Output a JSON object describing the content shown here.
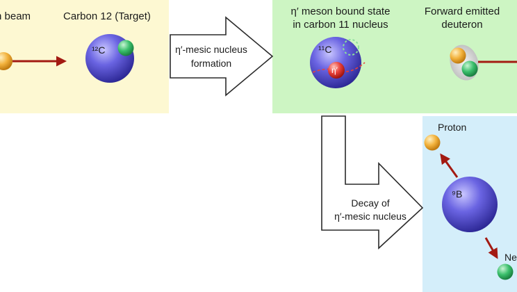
{
  "panels": {
    "beam": {
      "beam_label": "n beam",
      "target_label": "Carbon 12 (Target)",
      "target_nucleus": "¹²C"
    },
    "bound": {
      "bound_state_label_line1": "η′ meson bound state",
      "bound_state_label_line2": "in carbon 11 nucleus",
      "nucleus_label": "¹¹C",
      "meson_label": "η′",
      "deuteron_label_line1": "Forward emitted",
      "deuteron_label_line2": "deuteron"
    },
    "decay": {
      "proton_label": "Proton",
      "nucleus_label": "⁹B",
      "neutron_label_partial": "Ne"
    }
  },
  "arrows": {
    "formation": {
      "line1": "η′-mesic nucleus",
      "line2": "formation"
    },
    "decay": {
      "line1": "Decay of",
      "line2": "η′-mesic nucleus"
    }
  },
  "colors": {
    "beam_panel": "#fdf8d2",
    "bound_panel": "#cdf5c3",
    "decay_panel": "#d4eefa",
    "nucleus": "#5a55d6",
    "proton": "#f2b23c",
    "neutron": "#3bbf6c",
    "meson": "#e8413a",
    "particle_arrow": "#a31a12"
  }
}
